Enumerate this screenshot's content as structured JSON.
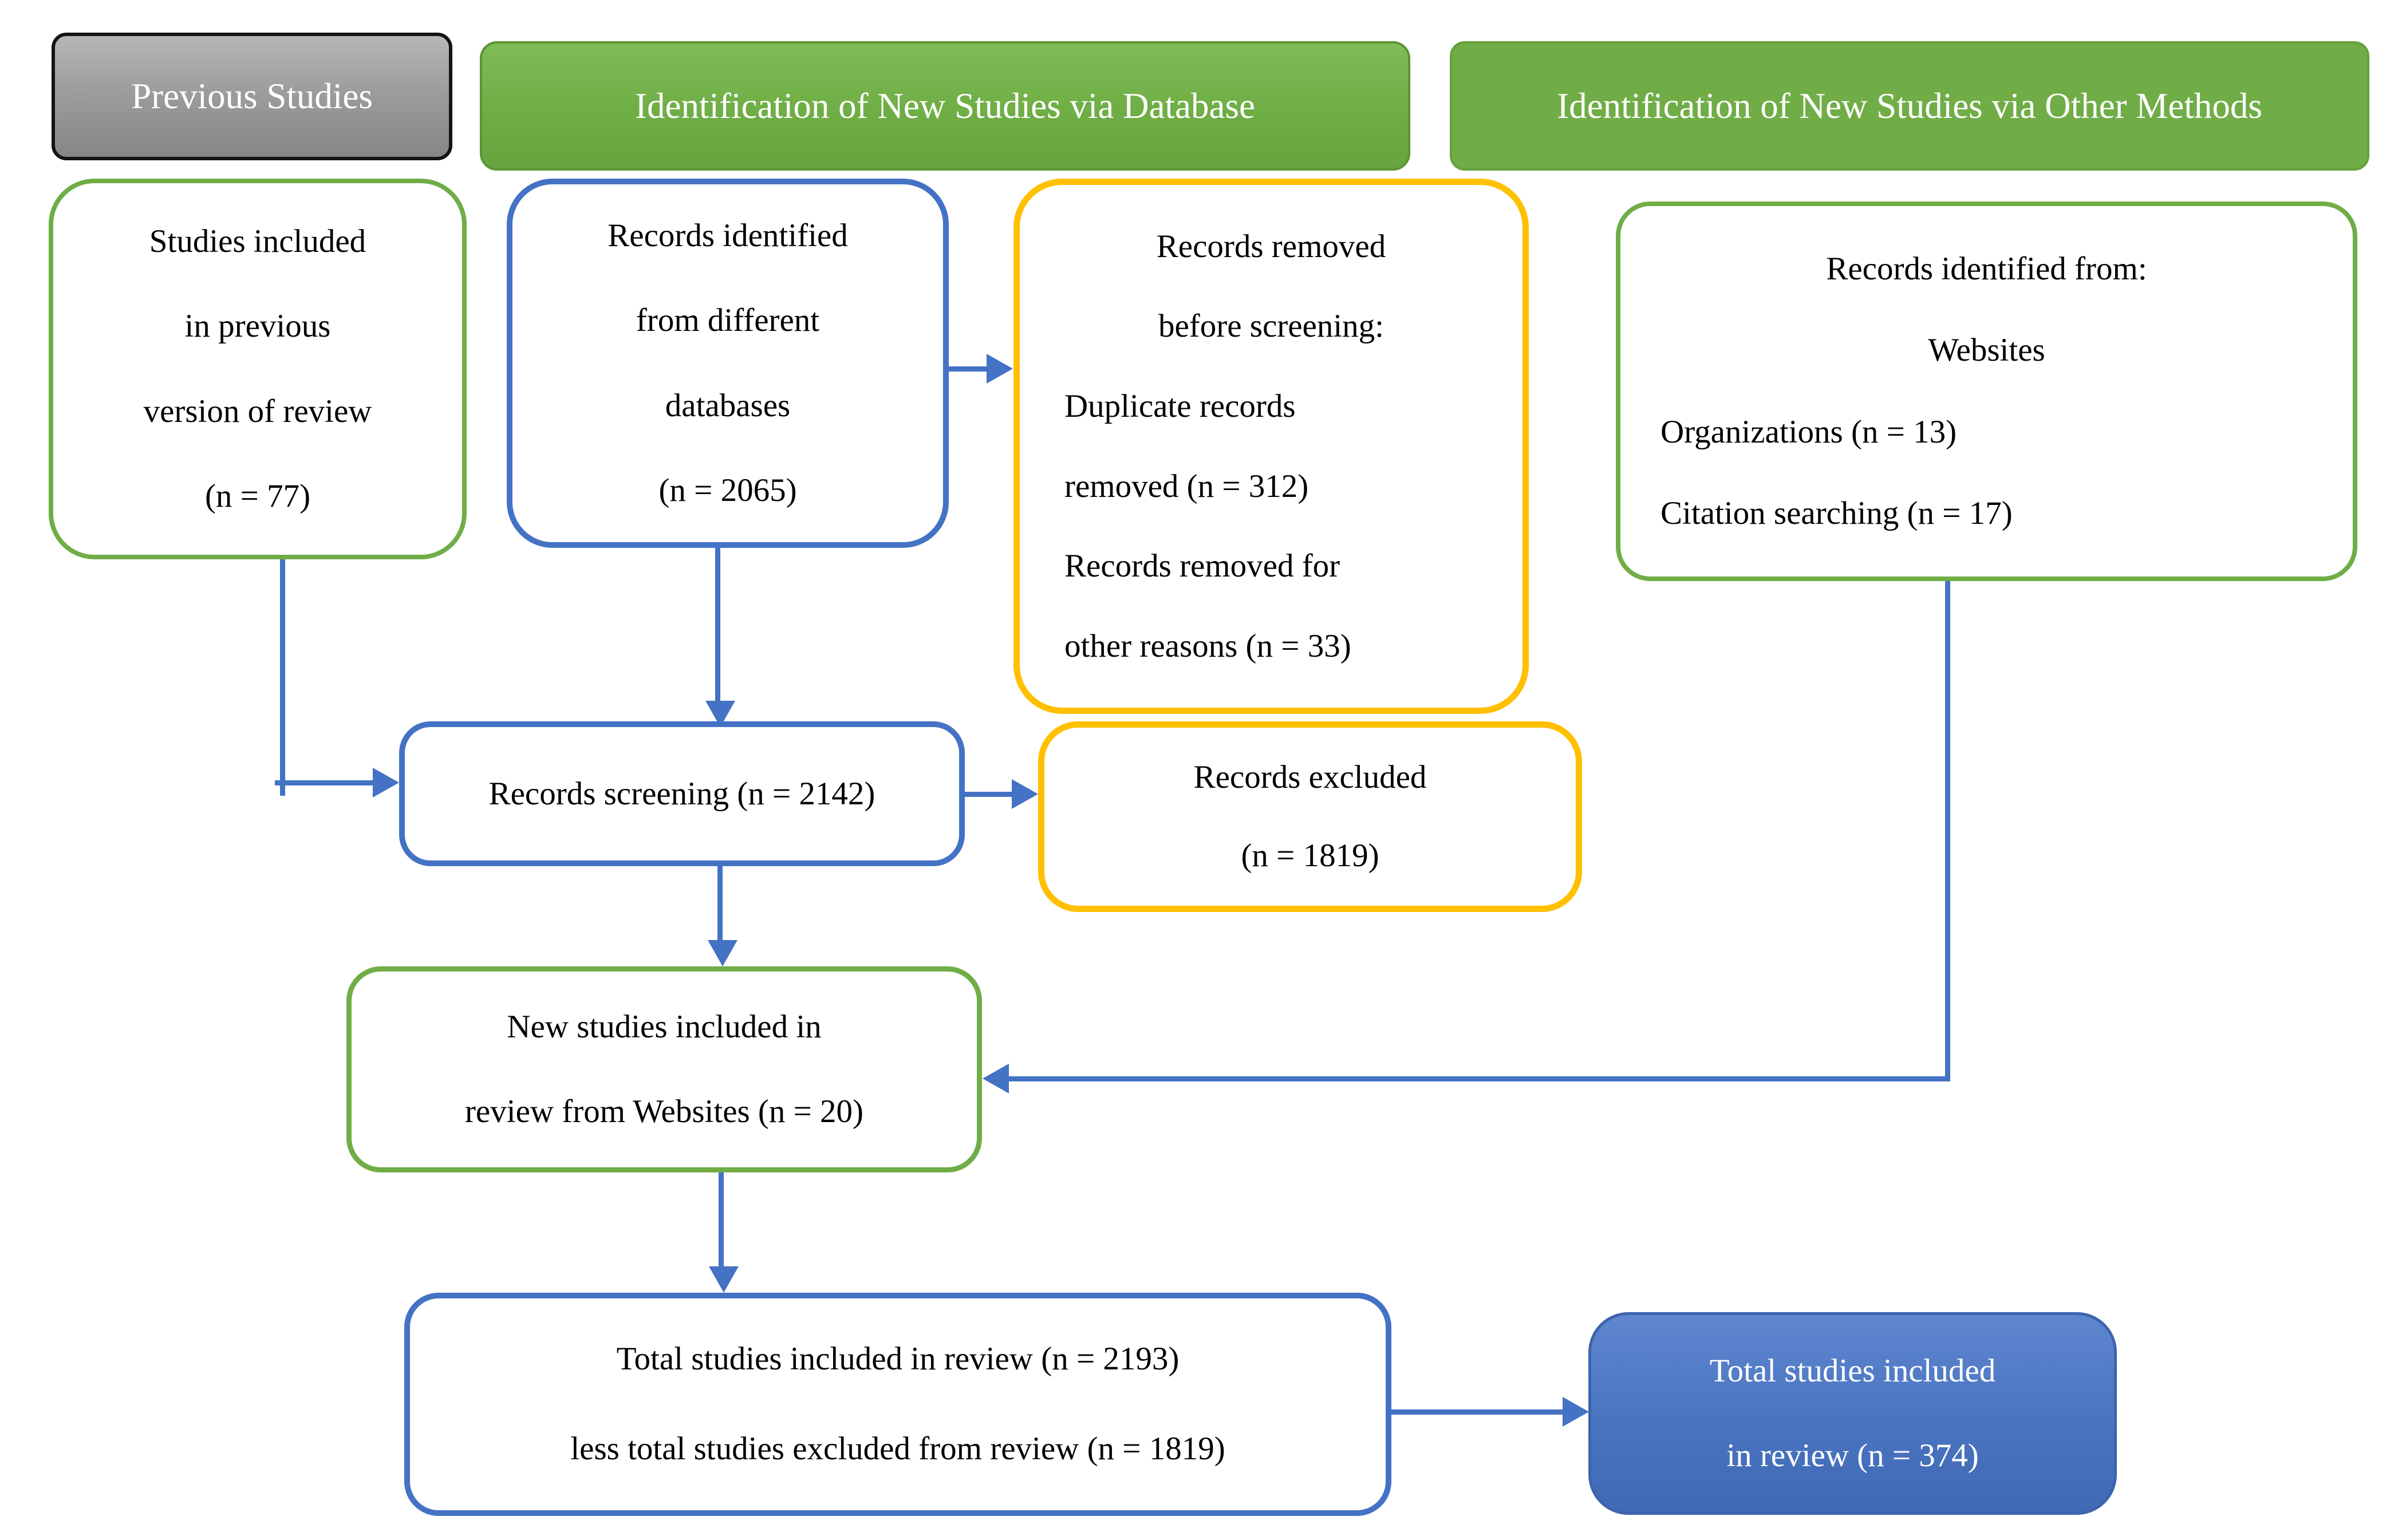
{
  "headers": {
    "previous": "Previous Studies",
    "database": "Identification of New Studies via Database",
    "other": "Identification of New Studies via Other Methods"
  },
  "boxes": {
    "previous_included": {
      "lines": [
        "Studies included",
        "in previous",
        "version of review",
        "(n = 77)"
      ]
    },
    "records_identified": {
      "lines": [
        "Records identified",
        "from different",
        "databases",
        "(n = 2065)"
      ]
    },
    "records_removed": {
      "centered": [
        "Records removed",
        "before screening:"
      ],
      "left": [
        "Duplicate records",
        "removed (n = 312)",
        "Records removed for",
        "other reasons (n = 33)"
      ]
    },
    "other_methods_identified": {
      "centered": [
        "Records identified from:",
        "Websites"
      ],
      "left": [
        "Organizations (n = 13)",
        "Citation searching (n = 17)"
      ]
    },
    "records_screening": {
      "text": "Records screening (n = 2142)"
    },
    "records_excluded": {
      "lines": [
        "Records excluded",
        "(n = 1819)"
      ]
    },
    "new_studies_included": {
      "lines": [
        "New studies included in",
        "review from Websites (n = 20)"
      ]
    },
    "total_studies": {
      "lines": [
        "Total studies included in review (n = 2193)",
        "less total studies excluded from review (n = 1819)"
      ]
    },
    "total_included": {
      "lines": [
        "Total studies included",
        "in review (n = 374)"
      ]
    }
  },
  "colors": {
    "accent_blue": "#4472C4",
    "accent_green": "#70AD47",
    "accent_gold": "#FFC000",
    "gray_fill_top": "#B6B6B6",
    "gray_fill_bottom": "#868686",
    "green_fill_top": "#80BC57",
    "green_fill_bottom": "#67A43D",
    "green_flat": "#70AD47",
    "blue_fill_top": "#5F86CF",
    "blue_fill_bottom": "#3F69B5"
  }
}
